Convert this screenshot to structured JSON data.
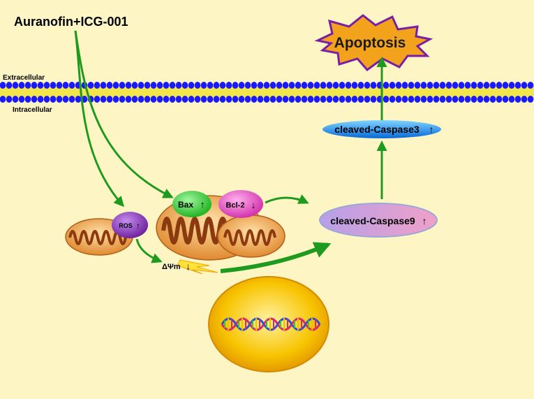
{
  "drug_label": "Auranofin+ICG-001",
  "extracellular_label": "Extracellular",
  "intracellular_label": "Intracellular",
  "apoptosis_label": "Apoptosis",
  "caspase3_label": "cleaved-Caspase3",
  "caspase3_arrow": "↑",
  "caspase9_label": "cleaved-Caspase9",
  "caspase9_arrow": "↑",
  "bax_label": "Bax",
  "bax_arrow": "↑",
  "bcl2_label": "Bcl-2",
  "bcl2_arrow": "↓",
  "ros_label": "ROS",
  "ros_arrow": "↑",
  "mmp_label": "ΔΨm",
  "mmp_arrow": "↓",
  "colors": {
    "background": "#fdf6c4",
    "membrane_head": "#1a1aff",
    "membrane_tail": "#e8d400",
    "arrow": "#1e9a1e",
    "star_fill": "#f3a21b",
    "star_stroke": "#7a1ea6",
    "caspase3": "#1f8ff0",
    "caspase9": "#c9a6e0",
    "bax": "#2bd02b",
    "bcl2": "#e84bc0",
    "ros": "#8a2bb8",
    "mito_outer": "#e8a04a",
    "mito_inner": "#8a3a0e",
    "nucleus": "#f5b800"
  }
}
